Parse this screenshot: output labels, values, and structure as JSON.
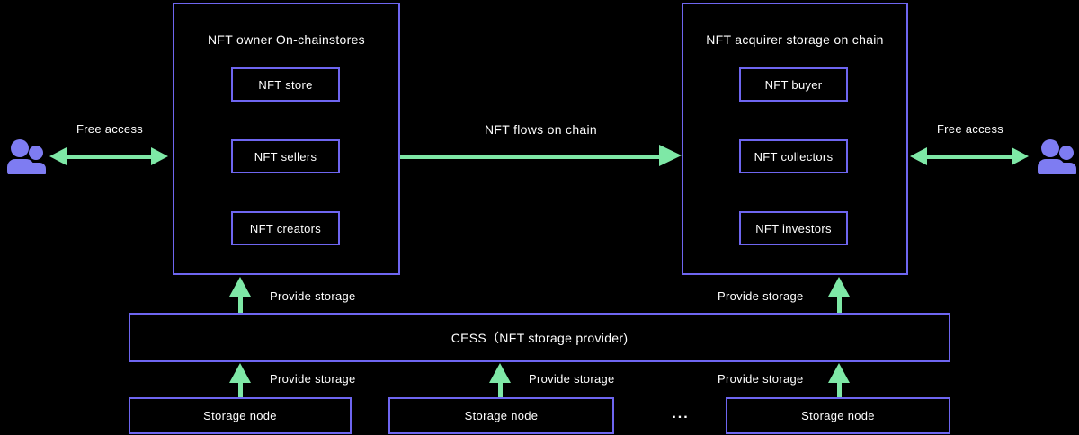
{
  "colors": {
    "background": "#000000",
    "box_border": "#6E66F0",
    "arrow_green": "#7EE8A6",
    "people_purple": "#7E7CF2",
    "text": "#FFFFFF"
  },
  "left_panel": {
    "title": "NFT owner On-chainstores",
    "items": [
      "NFT store",
      "NFT sellers",
      "NFT creators"
    ]
  },
  "right_panel": {
    "title": "NFT acquirer storage on chain",
    "items": [
      "NFT buyer",
      "NFT collectors",
      "NFT investors"
    ]
  },
  "labels": {
    "free_access_left": "Free access",
    "free_access_right": "Free access",
    "nft_flows": "NFT flows on chain",
    "provide_storage": "Provide storage",
    "ellipsis": "..."
  },
  "cess_box": {
    "label": "CESS（NFT storage provider)"
  },
  "storage_nodes": [
    {
      "label": "Storage node"
    },
    {
      "label": "Storage node"
    },
    {
      "label": "Storage node"
    }
  ],
  "icons": {
    "left": "users-icon",
    "right": "users-icon"
  }
}
